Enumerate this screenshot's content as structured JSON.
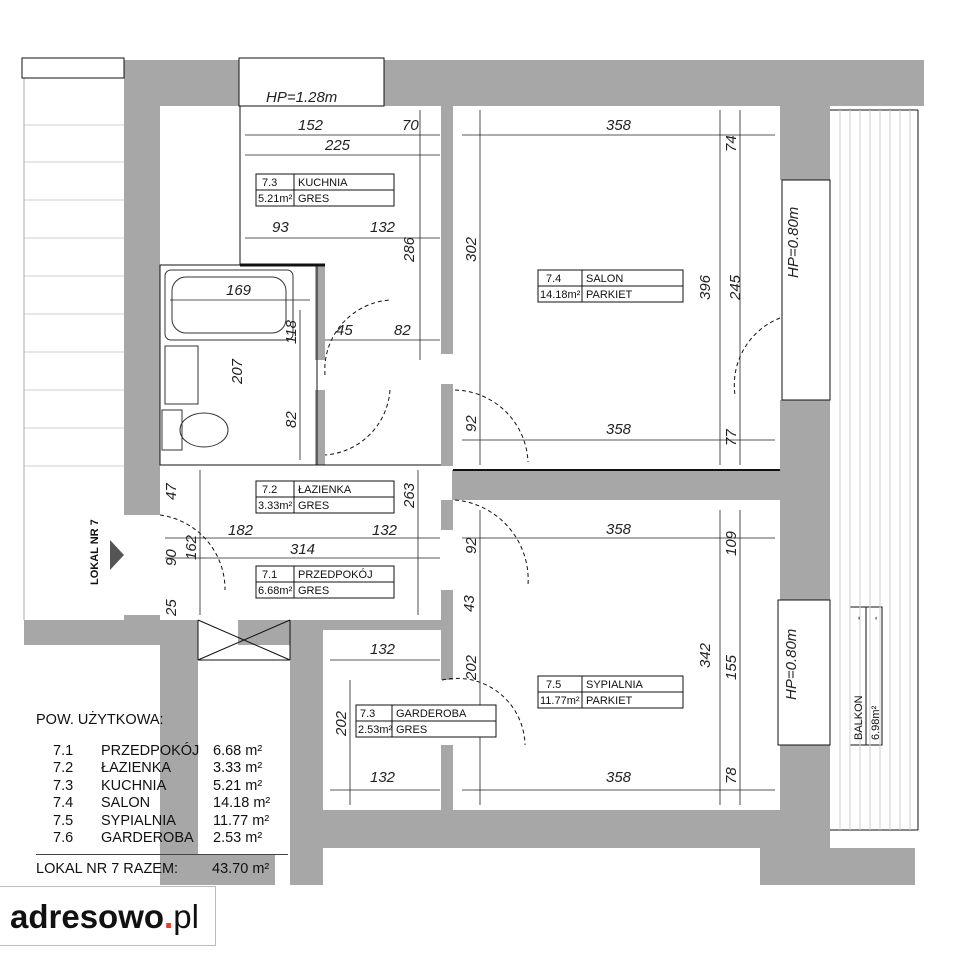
{
  "plan": {
    "lokal_label": "LOKAL NR 7",
    "rooms": [
      {
        "id": "kuchnia",
        "no": "7.3",
        "name": "KUCHNIA",
        "area": "5.21m²",
        "finish": "GRES"
      },
      {
        "id": "lazienka",
        "no": "7.2",
        "name": "ŁAZIENKA",
        "area": "3.33m²",
        "finish": "GRES"
      },
      {
        "id": "przedpokoj",
        "no": "7.1",
        "name": "PRZEDPOKÓJ",
        "area": "6.68m²",
        "finish": "GRES"
      },
      {
        "id": "salon",
        "no": "7.4",
        "name": "SALON",
        "area": "14.18m²",
        "finish": "PARKIET"
      },
      {
        "id": "sypialnia",
        "no": "7.5",
        "name": "SYPIALNIA",
        "area": "11.77m²",
        "finish": "PARKIET"
      },
      {
        "id": "garderoba",
        "no": "7.3",
        "name": "GARDEROBA",
        "area": "2.53m²",
        "finish": "GRES"
      }
    ],
    "balkon": {
      "name": "BALKON",
      "area": "6.98m²",
      "dash": "-"
    },
    "window_heights": [
      "HP=1.28m",
      "HP=0.80m",
      "HP=0.80m"
    ],
    "dimensions": {
      "kitchen_top_152": "152",
      "kitchen_top_70": "70",
      "kitchen_225": "225",
      "kitchen_93": "93",
      "kitchen_132": "132",
      "kitchen_286": "286",
      "salon_358_top": "358",
      "salon_74": "74",
      "salon_302": "302",
      "salon_396": "396",
      "salon_245": "245",
      "salon_358_bottom": "358",
      "salon_77": "77",
      "bath_169": "169",
      "bath_118": "118",
      "bath_207": "207",
      "bath_82": "82",
      "door_45": "45",
      "door_82": "82",
      "door_92a": "92",
      "door_92b": "92",
      "hall_47": "47",
      "hall_182": "182",
      "hall_132": "132",
      "hall_263": "263",
      "hall_314": "314",
      "hall_162": "162",
      "hall_90": "90",
      "hall_25": "25",
      "hall_43": "43",
      "bed_358_top": "358",
      "bed_109": "109",
      "bed_342": "342",
      "bed_155": "155",
      "bed_358_bottom": "358",
      "bed_78": "78",
      "bed_202": "202",
      "gard_132_top": "132",
      "gard_202": "202",
      "gard_132_bottom": "132"
    }
  },
  "legend": {
    "title": "POW. UŻYTKOWA:",
    "rows": [
      {
        "no": "7.1",
        "name": "PRZEDPOKÓJ",
        "area": "6.68 m²"
      },
      {
        "no": "7.2",
        "name": "ŁAZIENKA",
        "area": "3.33 m²"
      },
      {
        "no": "7.3",
        "name": "KUCHNIA",
        "area": "5.21 m²"
      },
      {
        "no": "7.4",
        "name": "SALON",
        "area": "14.18 m²"
      },
      {
        "no": "7.5",
        "name": "SYPIALNIA",
        "area": "11.77 m²"
      },
      {
        "no": "7.6",
        "name": "GARDEROBA",
        "area": "2.53 m²"
      }
    ],
    "total_label": "LOKAL NR 7 RAZEM:",
    "total_value": "43.70 m²"
  },
  "logo": {
    "main": "adresowo",
    "dot": ".",
    "tld": "pl"
  },
  "colors": {
    "wall": "#a7a7a7",
    "line": "#111111",
    "logo_dot": "#e23b2d"
  }
}
